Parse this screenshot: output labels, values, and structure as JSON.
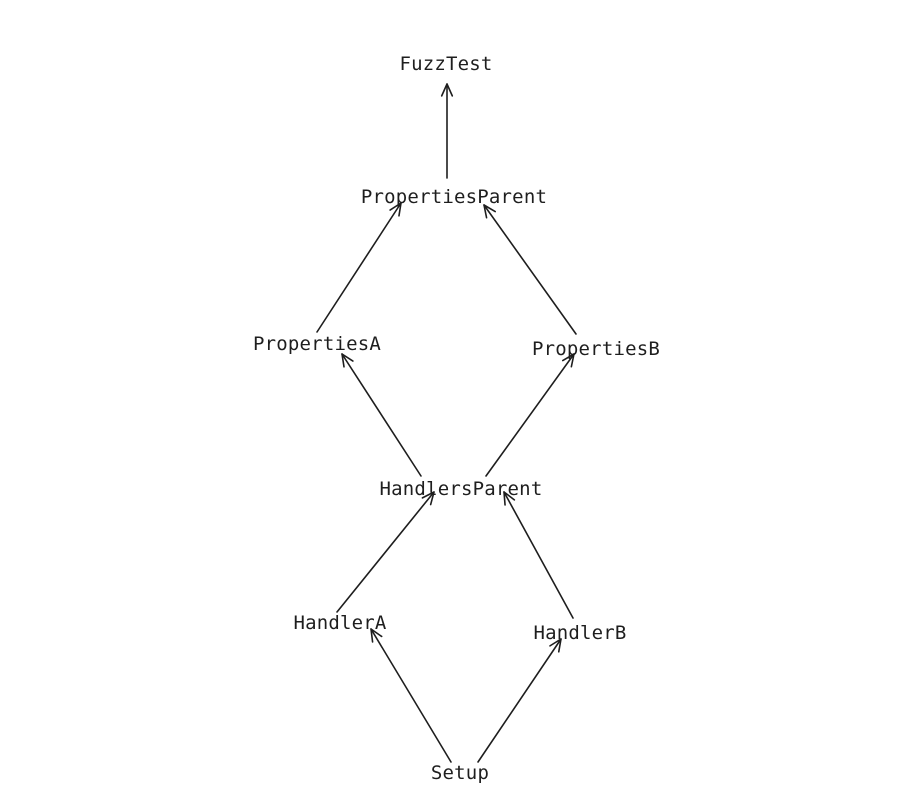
{
  "nodes": [
    {
      "id": "fuzztest",
      "label": "FuzzTest"
    },
    {
      "id": "properties-parent",
      "label": "PropertiesParent"
    },
    {
      "id": "properties-a",
      "label": "PropertiesA"
    },
    {
      "id": "properties-b",
      "label": "PropertiesB"
    },
    {
      "id": "handlers-parent",
      "label": "HandlersParent"
    },
    {
      "id": "handler-a",
      "label": "HandlerA"
    },
    {
      "id": "handler-b",
      "label": "HandlerB"
    },
    {
      "id": "setup",
      "label": "Setup"
    }
  ],
  "edges": [
    {
      "from": "properties-parent",
      "to": "fuzztest"
    },
    {
      "from": "properties-a",
      "to": "properties-parent"
    },
    {
      "from": "properties-b",
      "to": "properties-parent"
    },
    {
      "from": "handlers-parent",
      "to": "properties-a"
    },
    {
      "from": "handlers-parent",
      "to": "properties-b"
    },
    {
      "from": "handler-a",
      "to": "handlers-parent"
    },
    {
      "from": "handler-b",
      "to": "handlers-parent"
    },
    {
      "from": "setup",
      "to": "handler-a"
    },
    {
      "from": "setup",
      "to": "handler-b"
    }
  ]
}
